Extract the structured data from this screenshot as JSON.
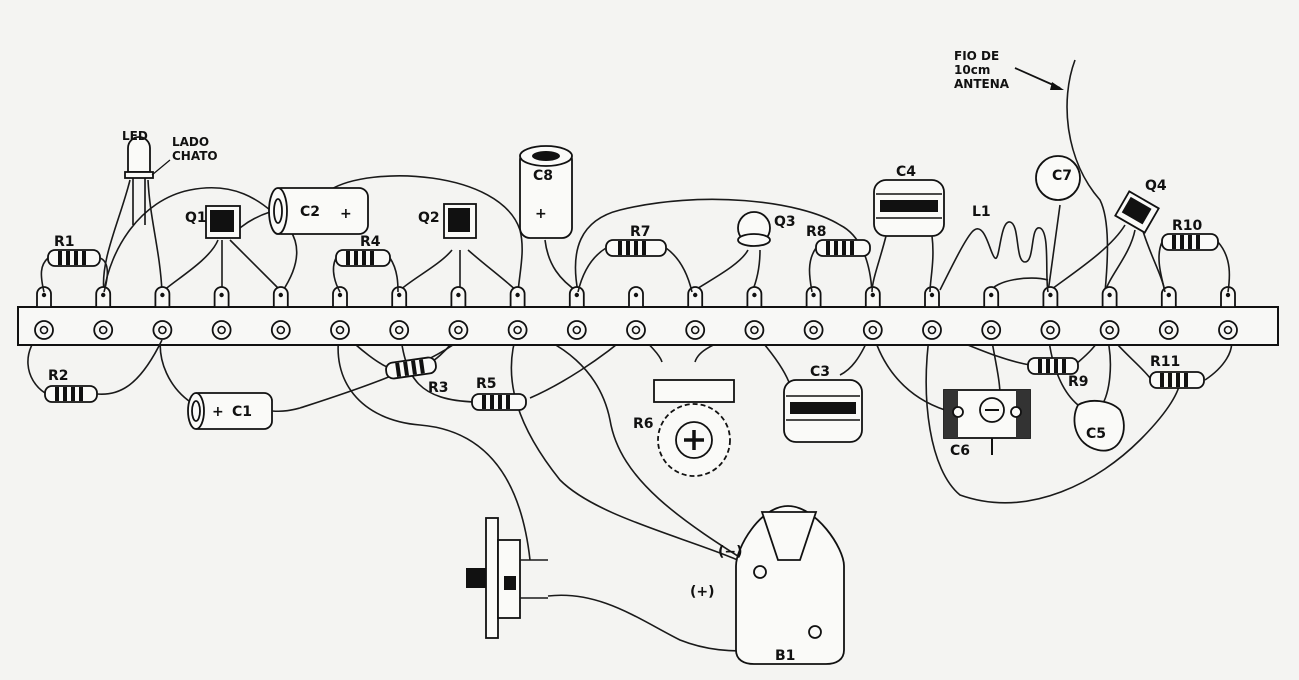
{
  "labels": {
    "led": "LED",
    "flat_side_line1": "LADO",
    "flat_side_line2": "CHATO",
    "antenna_line1": "FIO DE",
    "antenna_line2": "10cm",
    "antenna_line3": "ANTENA",
    "r1": "R1",
    "r2": "R2",
    "r3": "R3",
    "r4": "R4",
    "r5": "R5",
    "r6": "R6",
    "r7": "R7",
    "r8": "R8",
    "r9": "R9",
    "r10": "R10",
    "r11": "R11",
    "q1": "Q1",
    "q2": "Q2",
    "q3": "Q3",
    "q4": "Q4",
    "c1": "C1",
    "c2": "C2",
    "c3": "C3",
    "c4": "C4",
    "c5": "C5",
    "c6": "C6",
    "c7": "C7",
    "c8": "C8",
    "l1": "L1",
    "b1": "B1",
    "battery_neg": "(−)",
    "battery_pos": "(+)",
    "plus_sign": "+"
  },
  "terminal_strip": {
    "terminal_count": 21
  }
}
